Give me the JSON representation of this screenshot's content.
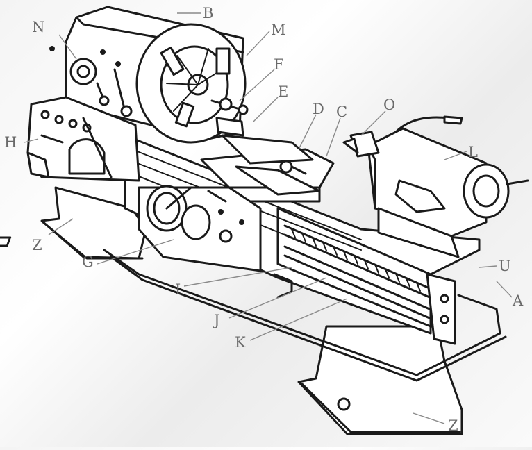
{
  "diagram": {
    "labels": {
      "A": "A",
      "B": "B",
      "C": "C",
      "D": "D",
      "E": "E",
      "F": "F",
      "G": "G",
      "H": "H",
      "I": "I",
      "J": "J",
      "K": "K",
      "L": "L",
      "M": "M",
      "N": "N",
      "O": "O",
      "U": "U",
      "Z1": "Z",
      "Z2": "Z"
    }
  }
}
